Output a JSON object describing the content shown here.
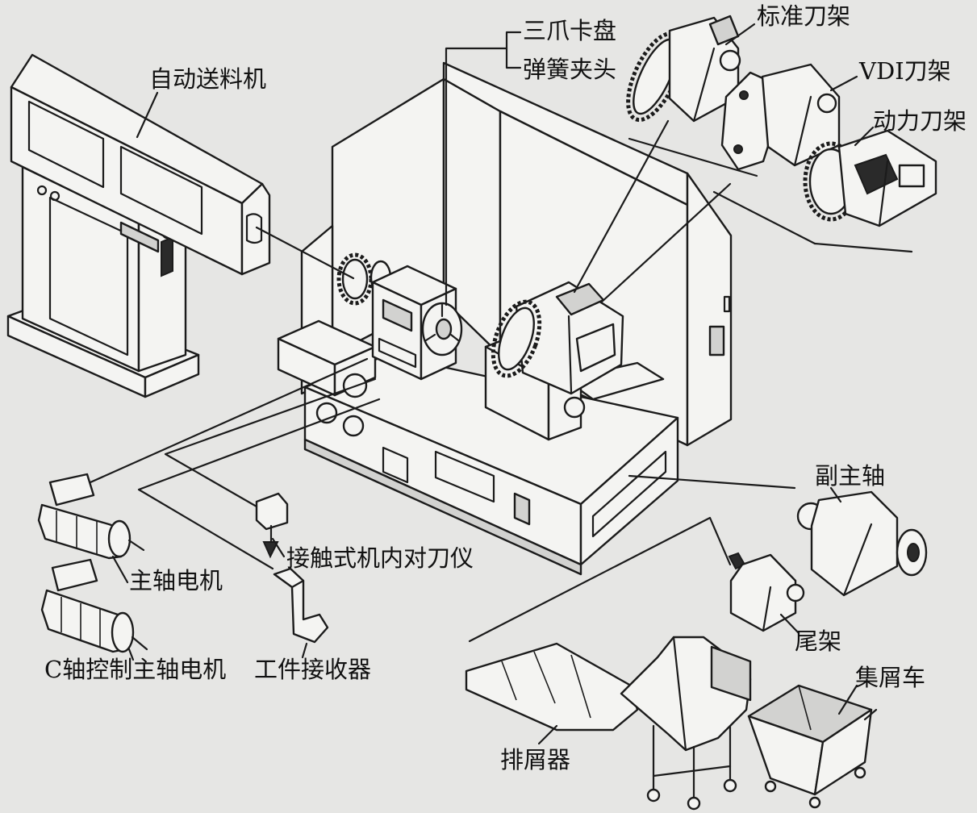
{
  "labels": {
    "bar_feeder": "自动送料机",
    "three_jaw_chuck": "三爪卡盘",
    "collet_chuck": "弹簧夹头",
    "standard_turret": "标准刀架",
    "vdi_turret": "VDI刀架",
    "live_turret": "动力刀架",
    "sub_spindle": "副主轴",
    "tool_setter": "接触式机内对刀仪",
    "spindle_motor": "主轴电机",
    "tailstock": "尾架",
    "c_axis_motor": "C轴控制主轴电机",
    "part_catcher": "工件接收器",
    "chip_cart": "集屑车",
    "chip_conveyor": "排屑器"
  },
  "colors": {
    "background": "#e6e6e4",
    "ink": "#1b1b1b",
    "fill": "#f4f4f2"
  }
}
